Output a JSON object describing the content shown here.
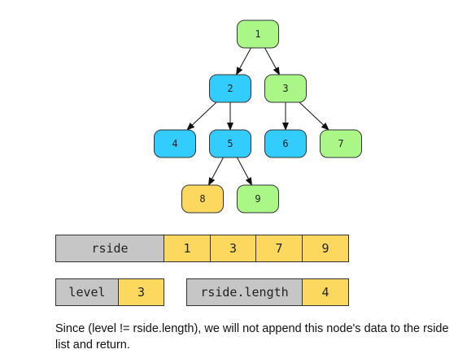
{
  "colors": {
    "green": "#aaf787",
    "blue": "#33ccff",
    "yellow": "#fdd85e",
    "grey": "#c6c6c6"
  },
  "tree": {
    "nodes": [
      {
        "id": "n1",
        "label": "1",
        "color": "green"
      },
      {
        "id": "n2",
        "label": "2",
        "color": "blue"
      },
      {
        "id": "n3",
        "label": "3",
        "color": "green"
      },
      {
        "id": "n4",
        "label": "4",
        "color": "blue"
      },
      {
        "id": "n5",
        "label": "5",
        "color": "blue"
      },
      {
        "id": "n6",
        "label": "6",
        "color": "blue"
      },
      {
        "id": "n7",
        "label": "7",
        "color": "green"
      },
      {
        "id": "n8",
        "label": "8",
        "color": "yellow"
      },
      {
        "id": "n9",
        "label": "9",
        "color": "green"
      }
    ],
    "edges": [
      [
        "n1",
        "n2"
      ],
      [
        "n1",
        "n3"
      ],
      [
        "n2",
        "n4"
      ],
      [
        "n2",
        "n5"
      ],
      [
        "n3",
        "n6"
      ],
      [
        "n3",
        "n7"
      ],
      [
        "n5",
        "n8"
      ],
      [
        "n5",
        "n9"
      ]
    ]
  },
  "rside": {
    "label": "rside",
    "values": [
      "1",
      "3",
      "7",
      "9"
    ]
  },
  "level": {
    "label": "level",
    "value": "3"
  },
  "rside_length": {
    "label": "rside.length",
    "value": "4"
  },
  "caption": "Since (level != rside.length), we will not append this node's data to the rside list and return."
}
